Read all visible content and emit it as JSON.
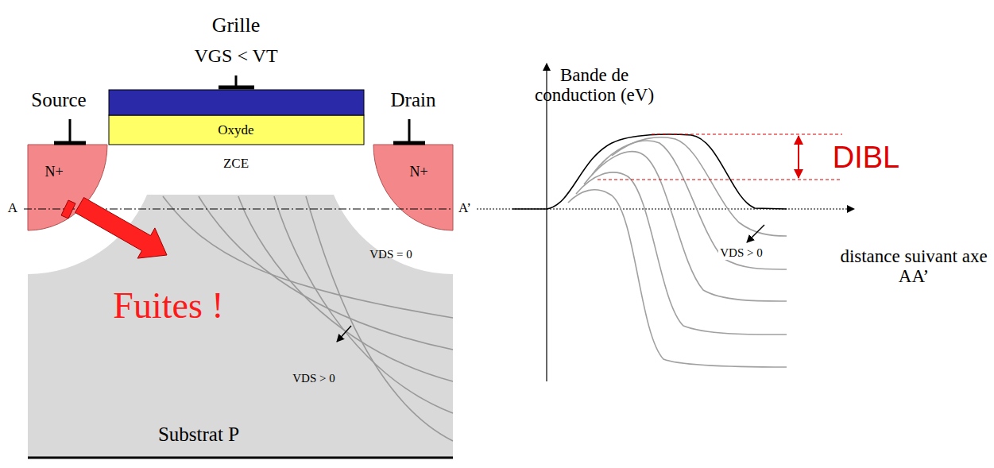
{
  "diagram": {
    "nodes": [
      {
        "text": [
          "Grille",
          "VGS < VT"
        ]
      },
      {
        "text": [
          "Oxyde"
        ]
      },
      {
        "text": [
          "Source",
          "N+"
        ]
      },
      {
        "text": [
          "Drain",
          "N+"
        ]
      },
      {
        "text": [
          "Substrat P"
        ]
      }
    ],
    "edges": [],
    "labels": [
      "ZCE",
      "A",
      "A’",
      "VDS = 0",
      "VDS > 0",
      "Fuites !",
      "Bande de conduction (eV)",
      "DIBL",
      "VDS > 0",
      "distance suivant axe AA’"
    ]
  }
}
